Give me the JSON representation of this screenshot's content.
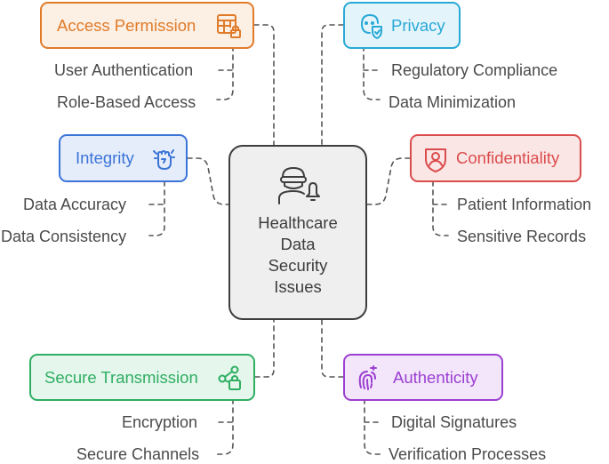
{
  "center": {
    "title_lines": [
      "Healthcare",
      "Data",
      "Security",
      "Issues"
    ],
    "icon": "user-alert-icon"
  },
  "nodes": {
    "access_permission": {
      "label": "Access Permission",
      "icon": "table-lock-icon",
      "color": "#e07b2a",
      "fill": "#fcefe3",
      "items": [
        "User Authentication",
        "Role-Based Access"
      ]
    },
    "privacy": {
      "label": "Privacy",
      "icon": "baby-shield-icon",
      "color": "#28a9d6",
      "fill": "#e3f4fb",
      "items": [
        "Regulatory Compliance",
        "Data Minimization"
      ]
    },
    "integrity": {
      "label": "Integrity",
      "icon": "fist-sparkle-icon",
      "color": "#3b74d8",
      "fill": "#e5edfb",
      "items": [
        "Data Accuracy",
        "Data Consistency"
      ]
    },
    "confidentiality": {
      "label": "Confidentiality",
      "icon": "user-shield-icon",
      "color": "#db4c4c",
      "fill": "#fbe6e6",
      "items": [
        "Patient Information",
        "Sensitive Records"
      ]
    },
    "secure_transmission": {
      "label": "Secure Transmission",
      "icon": "network-lock-icon",
      "color": "#2fae63",
      "fill": "#e5f6ec",
      "items": [
        "Encryption",
        "Secure Channels"
      ]
    },
    "authenticity": {
      "label": "Authenticity",
      "icon": "fingerprint-icon",
      "color": "#9b3fd1",
      "fill": "#f3e6fb",
      "items": [
        "Digital Signatures",
        "Verification Processes"
      ]
    }
  }
}
